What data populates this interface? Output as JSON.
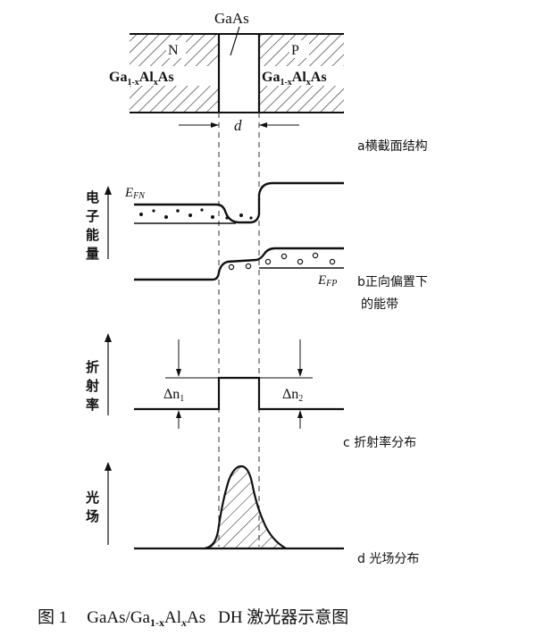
{
  "structure": {
    "core_label": "GaAs",
    "n_label": "N",
    "p_label": "P",
    "left_cladding": "Ga",
    "left_cladding_sub": "1-x",
    "left_cladding_rest": "Al",
    "left_cladding_sub2": "x",
    "left_cladding_end": "As",
    "right_cladding": "Ga",
    "right_cladding_sub": "1-x",
    "right_cladding_rest": "Al",
    "right_cladding_sub2": "x",
    "right_cladding_end": "As",
    "width_label": "d"
  },
  "captions": {
    "a": "a横截面结构",
    "b_line1": "b正向偏置下",
    "b_line2": "的能带",
    "c": "c  折射率分布",
    "d": "d  光场分布"
  },
  "axes": {
    "energy": [
      "电",
      "子",
      "能",
      "量"
    ],
    "index": [
      "折",
      "射",
      "率"
    ],
    "field": [
      "光",
      "场"
    ]
  },
  "bands": {
    "efn": "E",
    "efn_sub": "FN",
    "efp": "E",
    "efp_sub": "FP"
  },
  "index_profile": {
    "dn1": "Δn",
    "dn1_sub": "1",
    "dn2": "Δn",
    "dn2_sub": "2"
  },
  "figure_title": {
    "prefix": "图 1",
    "formula_a": "GaAs/Ga",
    "formula_sub": "1-x",
    "formula_b": "Al",
    "formula_sub2": "x",
    "formula_c": "As",
    "suffix": "DH 激光器示意图"
  }
}
